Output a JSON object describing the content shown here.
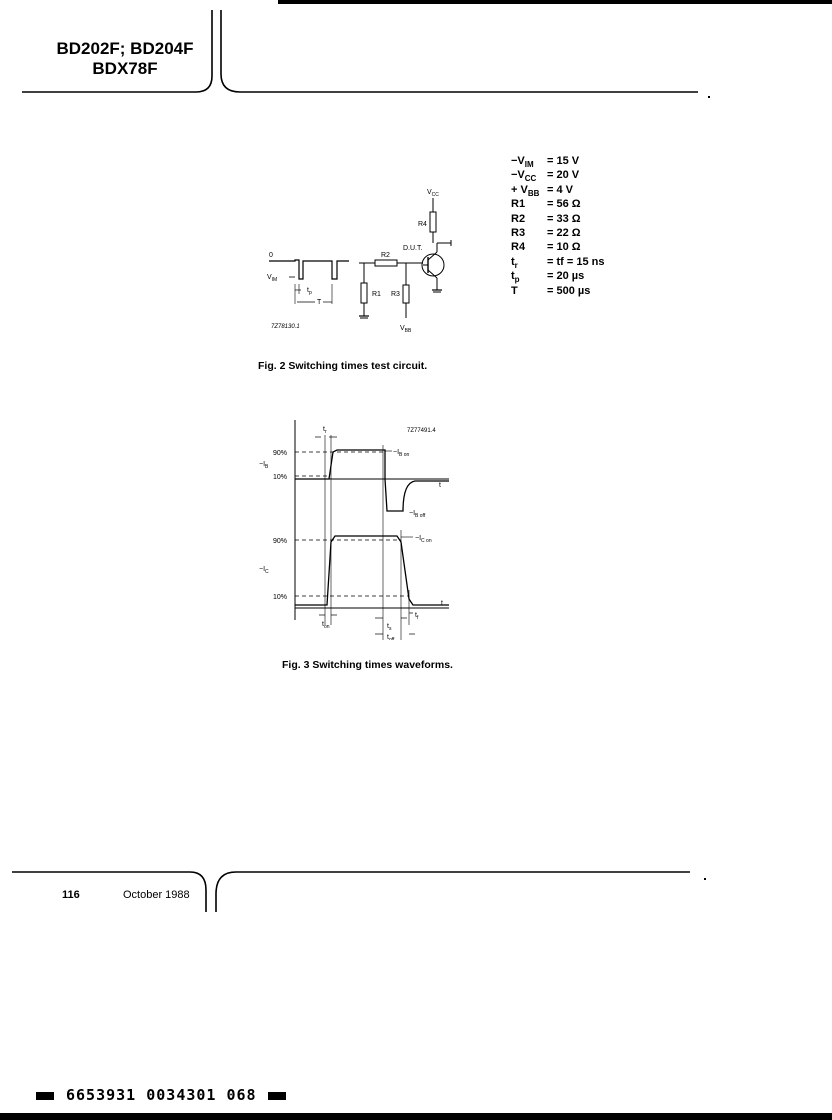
{
  "header": {
    "line1": "BD202F; BD204F",
    "line2": "BDX78F"
  },
  "figure2": {
    "caption": "Fig. 2  Switching times test circuit.",
    "code": "7Z78130.1",
    "labels": {
      "vcc": "V",
      "vcc_sub": "CC",
      "vbb": "V",
      "vbb_sub": "BB",
      "vim": "V",
      "vim_sub": "IM",
      "zero": "0",
      "r1": "R1",
      "r2": "R2",
      "r3": "R3",
      "r4": "R4",
      "dut": "D.U.T.",
      "tp": "t",
      "tp_sub": "p",
      "T": "T"
    }
  },
  "parameters": [
    {
      "sym": "−V",
      "sub": "IM",
      "val": "= 15 V"
    },
    {
      "sym": "−V",
      "sub": "CC",
      "val": "= 20 V"
    },
    {
      "sym": "+ V",
      "sub": "BB",
      "val": "= 4 V"
    },
    {
      "sym": "R1",
      "sub": "",
      "val": "= 56 Ω"
    },
    {
      "sym": "R2",
      "sub": "",
      "val": "= 33 Ω"
    },
    {
      "sym": "R3",
      "sub": "",
      "val": "= 22 Ω"
    },
    {
      "sym": "R4",
      "sub": "",
      "val": "= 10 Ω"
    },
    {
      "sym": "t",
      "sub": "r",
      "val": "= tf = 15 ns"
    },
    {
      "sym": "t",
      "sub": "p",
      "val": "= 20 µs"
    },
    {
      "sym": "T",
      "sub": "",
      "val": "= 500 µs"
    }
  ],
  "figure3": {
    "caption": "Fig. 3  Switching times waveforms.",
    "code": "7Z77491.4",
    "labels": {
      "p90_top": "90%",
      "p10_top": "10%",
      "ib": "−I",
      "ib_sub": "B",
      "ibon": "−I",
      "ibon_sub": "B on",
      "iboff": "−I",
      "iboff_sub": "B off",
      "t1": "t",
      "tr": "t",
      "tr_sub": "r",
      "p90_bot": "90%",
      "p10_bot": "10%",
      "ic": "−I",
      "ic_sub": "C",
      "icon": "−I",
      "icon_sub": "C on",
      "t2": "t",
      "ton": "t",
      "ton_sub": "on",
      "ts": "t",
      "ts_sub": "s",
      "toff": "t",
      "toff_sub": "off",
      "tf": "t",
      "tf_sub": "f"
    }
  },
  "footer": {
    "page_number": "116",
    "date": "October 1988"
  },
  "barcode": "6653931 0034301 068"
}
